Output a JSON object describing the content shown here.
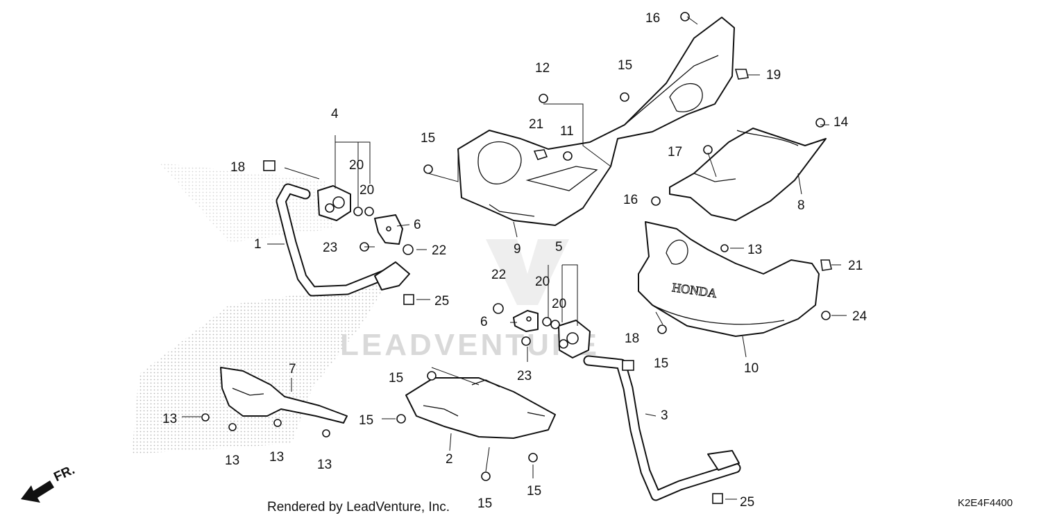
{
  "watermark": {
    "text": "LEADVENTURE"
  },
  "footer": {
    "rendered_by": "Rendered by LeadVenture, Inc.",
    "diagram_code": "K2E4F4400"
  },
  "direction": {
    "label": "FR."
  },
  "callouts": [
    {
      "id": "c1",
      "label": "1"
    },
    {
      "id": "c2",
      "label": "2"
    },
    {
      "id": "c3",
      "label": "3"
    },
    {
      "id": "c4",
      "label": "4"
    },
    {
      "id": "c5",
      "label": "5"
    },
    {
      "id": "c6a",
      "label": "6"
    },
    {
      "id": "c6b",
      "label": "6"
    },
    {
      "id": "c7",
      "label": "7"
    },
    {
      "id": "c8",
      "label": "8"
    },
    {
      "id": "c9",
      "label": "9"
    },
    {
      "id": "c10",
      "label": "10"
    },
    {
      "id": "c11",
      "label": "11"
    },
    {
      "id": "c12",
      "label": "12"
    },
    {
      "id": "c13a",
      "label": "13"
    },
    {
      "id": "c13b",
      "label": "13"
    },
    {
      "id": "c13c",
      "label": "13"
    },
    {
      "id": "c13d",
      "label": "13"
    },
    {
      "id": "c13e",
      "label": "13"
    },
    {
      "id": "c14",
      "label": "14"
    },
    {
      "id": "c15a",
      "label": "15"
    },
    {
      "id": "c15b",
      "label": "15"
    },
    {
      "id": "c15c",
      "label": "15"
    },
    {
      "id": "c15d",
      "label": "15"
    },
    {
      "id": "c15e",
      "label": "15"
    },
    {
      "id": "c15f",
      "label": "15"
    },
    {
      "id": "c15g",
      "label": "15"
    },
    {
      "id": "c16a",
      "label": "16"
    },
    {
      "id": "c16b",
      "label": "16"
    },
    {
      "id": "c17",
      "label": "17"
    },
    {
      "id": "c18a",
      "label": "18"
    },
    {
      "id": "c18b",
      "label": "18"
    },
    {
      "id": "c19",
      "label": "19"
    },
    {
      "id": "c20a",
      "label": "20"
    },
    {
      "id": "c20b",
      "label": "20"
    },
    {
      "id": "c20c",
      "label": "20"
    },
    {
      "id": "c20d",
      "label": "20"
    },
    {
      "id": "c21a",
      "label": "21"
    },
    {
      "id": "c21b",
      "label": "21"
    },
    {
      "id": "c22a",
      "label": "22"
    },
    {
      "id": "c22b",
      "label": "22"
    },
    {
      "id": "c23a",
      "label": "23"
    },
    {
      "id": "c23b",
      "label": "23"
    },
    {
      "id": "c24",
      "label": "24"
    },
    {
      "id": "c25a",
      "label": "25"
    },
    {
      "id": "c25b",
      "label": "25"
    }
  ]
}
